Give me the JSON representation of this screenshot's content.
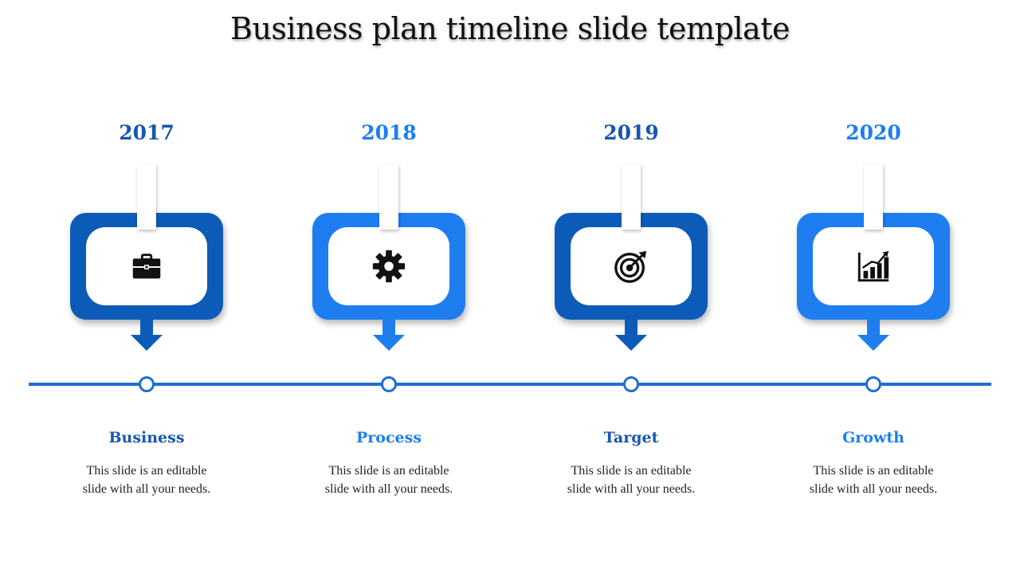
{
  "slide": {
    "title": "Business plan timeline slide template"
  },
  "colors": {
    "dark_blue": "#0d5bb8",
    "bright_blue": "#1e7ef0",
    "line_blue": "#1f6fd1",
    "year_dark": "#1757b0",
    "year_bright": "#1e7ef0"
  },
  "milestones": [
    {
      "year": "2017",
      "label": "Business",
      "description": "This slide is an editable slide with all your needs.",
      "icon": "briefcase-icon",
      "shade": "dark"
    },
    {
      "year": "2018",
      "label": "Process",
      "description": "This slide is an editable slide with all your needs.",
      "icon": "gear-icon",
      "shade": "bright"
    },
    {
      "year": "2019",
      "label": "Target",
      "description": "This slide is an editable slide with all your needs.",
      "icon": "target-icon",
      "shade": "dark"
    },
    {
      "year": "2020",
      "label": "Growth",
      "description": "This slide is an editable slide with all your needs.",
      "icon": "bar-chart-growth-icon",
      "shade": "bright"
    }
  ]
}
